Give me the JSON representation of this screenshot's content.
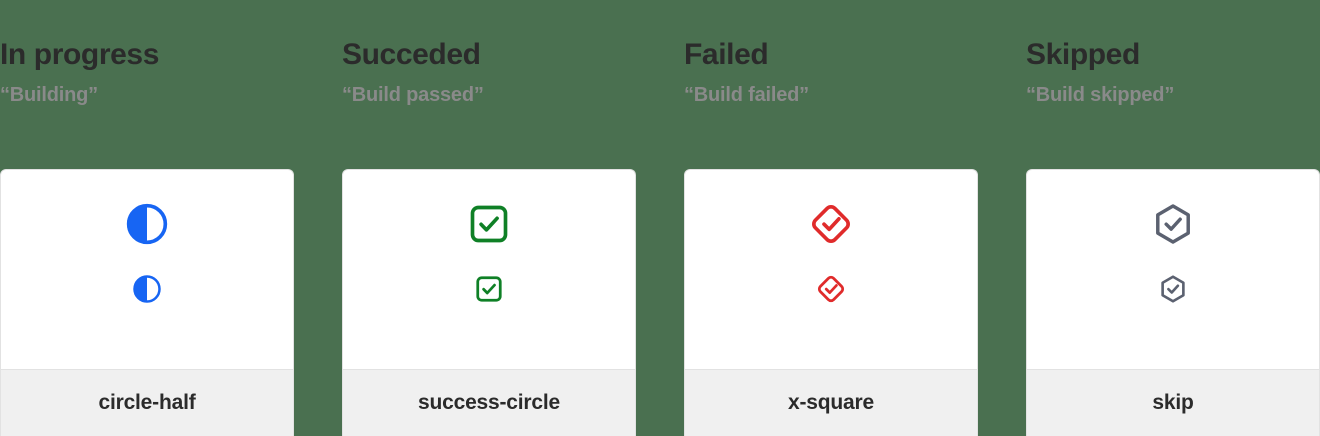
{
  "theme": {
    "background": "#4a7050",
    "card_background": "#ffffff",
    "card_footer_background": "#f0f0f0",
    "card_border": "#e2e2e2",
    "title_color": "#2b2b2b",
    "subtitle_color": "#8a8a8a"
  },
  "columns": [
    {
      "title": "In progress",
      "subtitle": "“Building”",
      "icon_name": "circle-half-icon",
      "icon_color": "#1765f3",
      "card_label": "circle-half"
    },
    {
      "title": "Succeded",
      "subtitle": "“Build passed”",
      "icon_name": "success-circle-icon",
      "icon_color": "#0f8026",
      "card_label": "success-circle"
    },
    {
      "title": "Failed",
      "subtitle": "“Build failed”",
      "icon_name": "x-square-icon",
      "icon_color": "#e02b2b",
      "card_label": "x-square"
    },
    {
      "title": "Skipped",
      "subtitle": "“Build skipped”",
      "icon_name": "skip-icon",
      "icon_color": "#5b6170",
      "card_label": "skip"
    }
  ]
}
